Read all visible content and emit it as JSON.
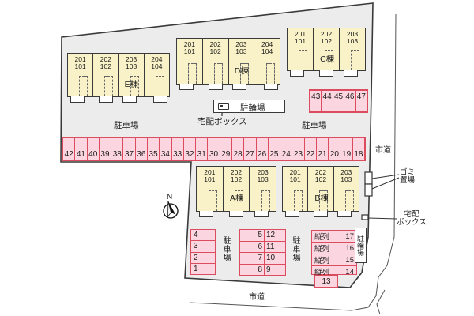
{
  "labels": {
    "parking_lot": "駐車場",
    "bicycle_parking": "駐輪場",
    "delivery_box": "宅配ボックス",
    "delivery_box_two_line": "宅配\nボックス",
    "garbage_area_two_line": "ゴミ\n置場",
    "road": "市道",
    "compass_north": "N"
  },
  "buildings": [
    {
      "id": "E",
      "name": "E棟",
      "units": [
        "201\n101",
        "202\n102",
        "203\n103",
        "204\n104"
      ]
    },
    {
      "id": "D",
      "name": "D棟",
      "units": [
        "201\n101",
        "202\n102",
        "203\n103",
        "204\n104"
      ]
    },
    {
      "id": "C",
      "name": "C棟",
      "units": [
        "201\n101",
        "202\n102",
        "203\n103"
      ]
    },
    {
      "id": "A",
      "name": "A棟",
      "units": [
        "201\n101",
        "202\n102",
        "203\n103"
      ]
    },
    {
      "id": "B",
      "name": "B棟",
      "units": [
        "201\n101",
        "202\n102",
        "203\n103"
      ]
    }
  ],
  "parking": {
    "strip_main": [
      "42",
      "41",
      "40",
      "39",
      "38",
      "37",
      "36",
      "35",
      "34",
      "33",
      "32",
      "31",
      "30",
      "29",
      "28",
      "27",
      "26",
      "25",
      "24",
      "23",
      "22",
      "21",
      "20",
      "19",
      "18"
    ],
    "strip_43_47": [
      "43",
      "44",
      "45",
      "46",
      "47"
    ],
    "left_column": [
      "4",
      "3",
      "2",
      "1"
    ],
    "middle_rows": [
      [
        "5",
        "12"
      ],
      [
        "6",
        "11"
      ],
      [
        "7",
        "10"
      ],
      [
        "8",
        "9"
      ]
    ],
    "tandem_rows": [
      {
        "label": "縦列",
        "num": "17"
      },
      {
        "label": "縦列",
        "num": "16"
      },
      {
        "label": "縦列",
        "num": "15"
      },
      {
        "label": "縦列",
        "num": "14"
      }
    ],
    "spot_13": "13"
  },
  "colors": {
    "site_fill": "#ececec",
    "building_fill": "#f9f2c8",
    "parking_fill": "#fbd6e0",
    "parking_border": "#dd4b5f",
    "outline": "#3a3a3a"
  }
}
